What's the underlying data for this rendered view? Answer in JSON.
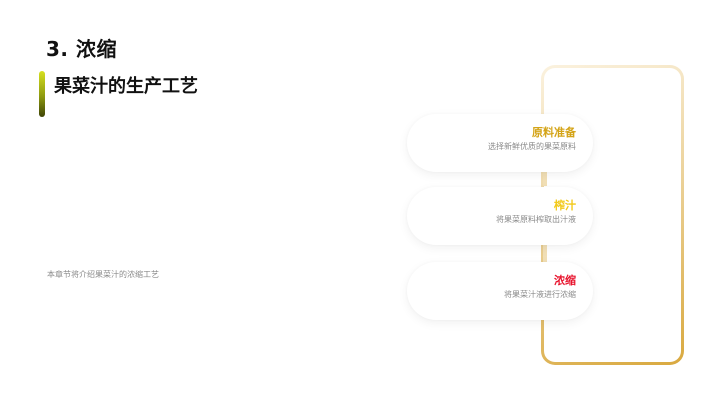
{
  "header": {
    "section_title": "3. 浓缩",
    "subtitle": "果菜汁的生产工艺"
  },
  "intro_text": "本章节将介绍果菜汁的浓缩工艺",
  "steps": [
    {
      "title": "原料准备",
      "description": "选择新鲜优质的果菜原料",
      "color": "#d4a418"
    },
    {
      "title": "榨汁",
      "description": "将果菜原料榨取出汁液",
      "color": "#f2c919"
    },
    {
      "title": "浓缩",
      "description": "将果菜汁液进行浓缩",
      "color": "#e8152e"
    }
  ],
  "colors": {
    "frame_gold": "#d9a93f",
    "accent_bar": "#8e9a10"
  }
}
